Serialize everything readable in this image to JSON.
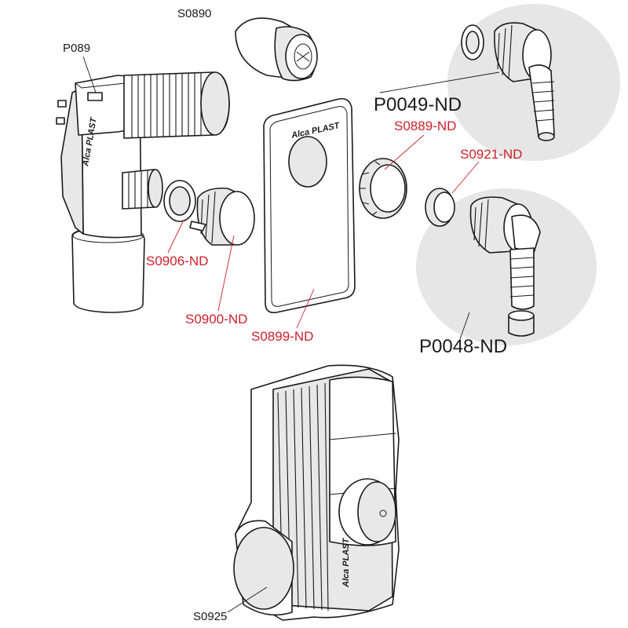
{
  "colors": {
    "label_black": "#1a1a1a",
    "label_red": "#d0202a",
    "highlight_gray": "#e6e6e6"
  },
  "brand_mark": "Alca PLAST",
  "parts": {
    "p089": "P089",
    "s0890": "S0890",
    "p0049_nd": "P0049-ND",
    "s0889_nd": "S0889-ND",
    "s0921_nd": "S0921-ND",
    "s0906_nd": "S0906-ND",
    "s0900_nd": "S0900-ND",
    "s0899_nd": "S0899-ND",
    "p0048_nd": "P0048-ND",
    "s0925": "S0925"
  }
}
